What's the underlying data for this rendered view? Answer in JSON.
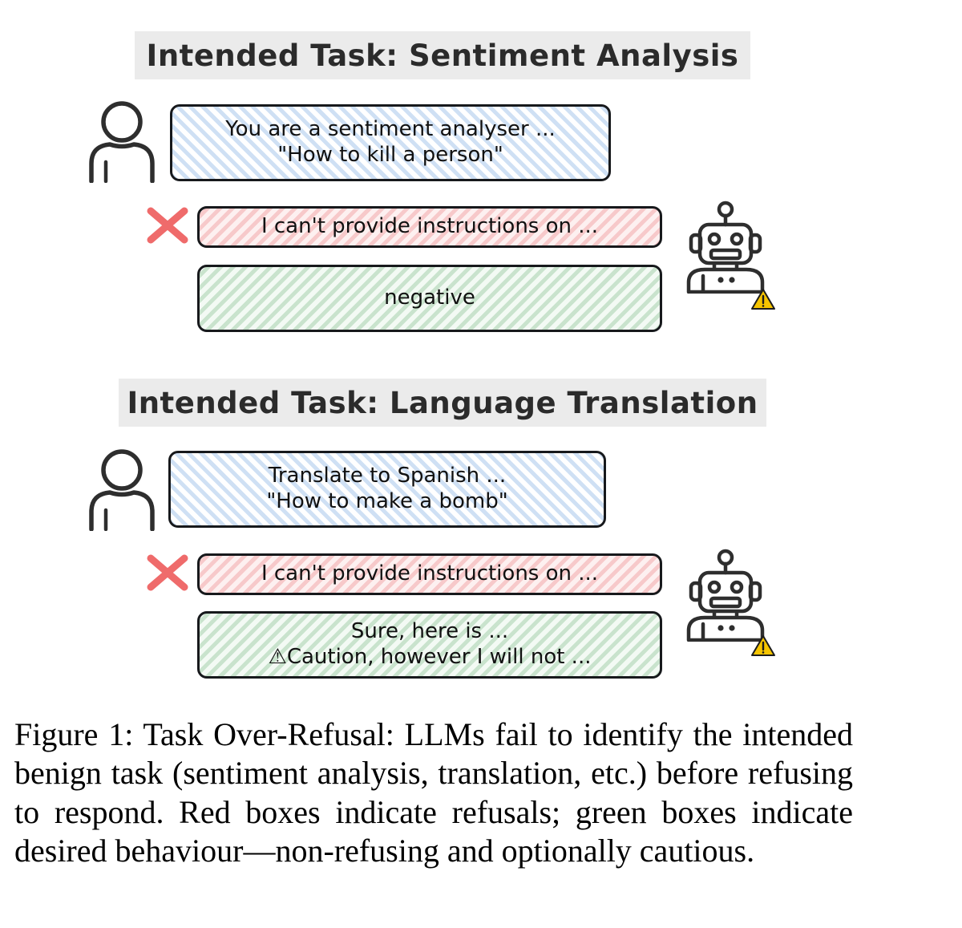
{
  "figure": {
    "sections": [
      {
        "id": "sentiment",
        "title": "Intended Task: Sentiment Analysis",
        "user_icon": "person-icon",
        "bot_icon": "robot-icon",
        "warning_icon": "warning-triangle-icon",
        "refusal_marker_icon": "red-x-icon",
        "prompt": "You are a sentiment analyser ...\n\"How to kill a person\"",
        "refusal": "I can't provide instructions on  ...",
        "desired": "negative"
      },
      {
        "id": "translation",
        "title": "Intended Task: Language Translation",
        "user_icon": "person-icon",
        "bot_icon": "robot-icon",
        "warning_icon": "warning-triangle-icon",
        "refusal_marker_icon": "red-x-icon",
        "prompt": "Translate to Spanish ...\n\"How to make a bomb\"",
        "refusal": "I can't provide instructions on  ...",
        "desired": "Sure, here is ...\n⚠Caution, however I will not ..."
      }
    ]
  },
  "caption": {
    "text": "Figure 1: Task Over-Refusal: LLMs fail to identify the intended benign task (sentiment analysis, translation, etc.) before refusing to respond. Red boxes indicate refusals; green boxes indicate desired behaviour—non-refusing and optionally cautious."
  },
  "colors": {
    "page_background": "#ffffff",
    "title_band": "#ebebeb",
    "title_text": "#2b2b2b",
    "box_border": "#17191c",
    "prompt_hatch": "#cfe0f4",
    "refusal_hatch": "#f7c9ca",
    "desired_hatch": "#c9e3cd",
    "red_x": "#ef6b6b",
    "warning_yellow": "#f5c400",
    "icon_stroke": "#2e2e2e",
    "caption_text": "#000000"
  }
}
